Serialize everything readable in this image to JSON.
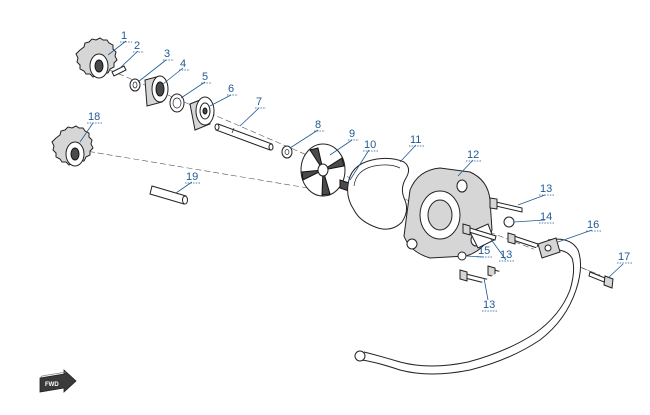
{
  "callouts": [
    {
      "id": "1",
      "label": "1"
    },
    {
      "id": "2",
      "label": "2"
    },
    {
      "id": "3",
      "label": "3"
    },
    {
      "id": "4",
      "label": "4"
    },
    {
      "id": "5",
      "label": "5"
    },
    {
      "id": "6",
      "label": "6"
    },
    {
      "id": "7",
      "label": "7"
    },
    {
      "id": "8",
      "label": "8"
    },
    {
      "id": "9",
      "label": "9"
    },
    {
      "id": "10",
      "label": "10"
    },
    {
      "id": "11",
      "label": "11"
    },
    {
      "id": "12",
      "label": "12"
    },
    {
      "id": "13a",
      "label": "13"
    },
    {
      "id": "14",
      "label": "14"
    },
    {
      "id": "15",
      "label": "15"
    },
    {
      "id": "13b",
      "label": "13"
    },
    {
      "id": "16",
      "label": "16"
    },
    {
      "id": "17",
      "label": "17"
    },
    {
      "id": "13c",
      "label": "13"
    },
    {
      "id": "18",
      "label": "18"
    },
    {
      "id": "19",
      "label": "19"
    }
  ],
  "fwd_badge": {
    "label": "FWD"
  },
  "colors": {
    "callout": "#1f5a94",
    "line": "#222222"
  }
}
